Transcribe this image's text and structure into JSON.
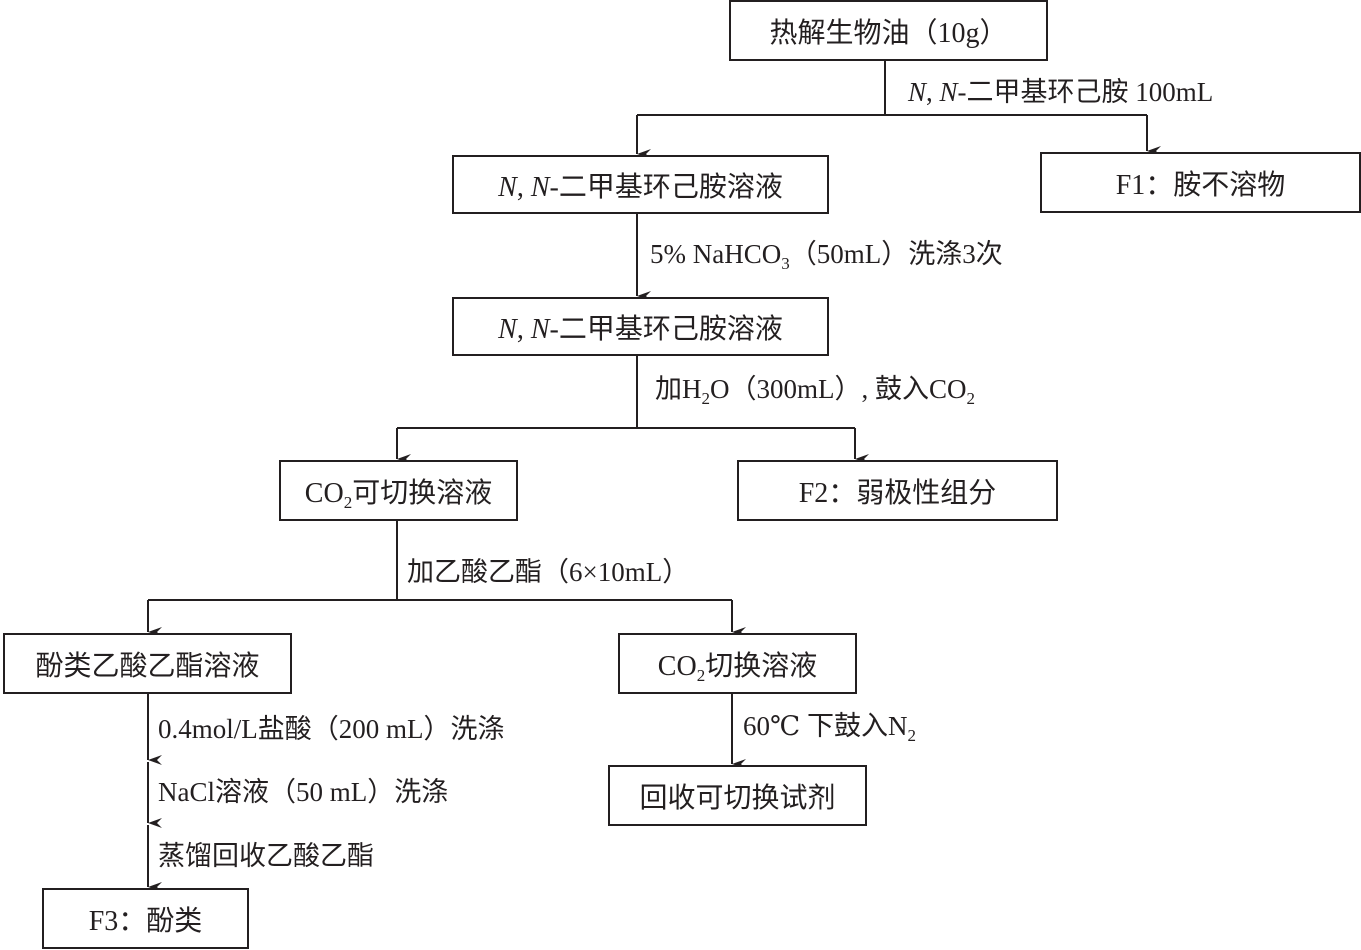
{
  "boxes": {
    "feed": "热解生物油（10g）",
    "amine_solution_1": {
      "a": "N",
      "b": ", ",
      "c": "N",
      "d": "-二甲基环己胺溶液"
    },
    "f1": "F1：胺不溶物",
    "amine_solution_2": {
      "a": "N",
      "b": ", ",
      "c": "N",
      "d": "-二甲基环己胺溶液"
    },
    "co2_switchable": {
      "a": "CO",
      "sub": "2",
      "b": "可切换溶液"
    },
    "f2": "F2：弱极性组分",
    "phenol_ea": "酚类乙酸乙酯溶液",
    "co2_switched": {
      "a": "CO",
      "sub": "2",
      "b": "切换溶液"
    },
    "recover": "回收可切换试剂",
    "f3": "F3：酚类"
  },
  "steps": {
    "s1": {
      "a": "N",
      "b": ", ",
      "c": "N",
      "d": "-二甲基环己胺 100mL"
    },
    "s2": {
      "a": "5% NaHCO",
      "sub": "3",
      "b": "（50mL）洗涤3次"
    },
    "s3": {
      "a": "加H",
      "sub1": "2",
      "b": "O（300mL）, 鼓入CO",
      "sub2": "2"
    },
    "s4": "加乙酸乙酯（6×10mL）",
    "s5": "0.4mol/L盐酸（200 mL）洗涤",
    "s6": "NaCl溶液（50 mL）洗涤",
    "s7": "蒸馏回收乙酸乙酯",
    "s8": {
      "a": "60℃ 下鼓入N",
      "sub": "2"
    }
  }
}
